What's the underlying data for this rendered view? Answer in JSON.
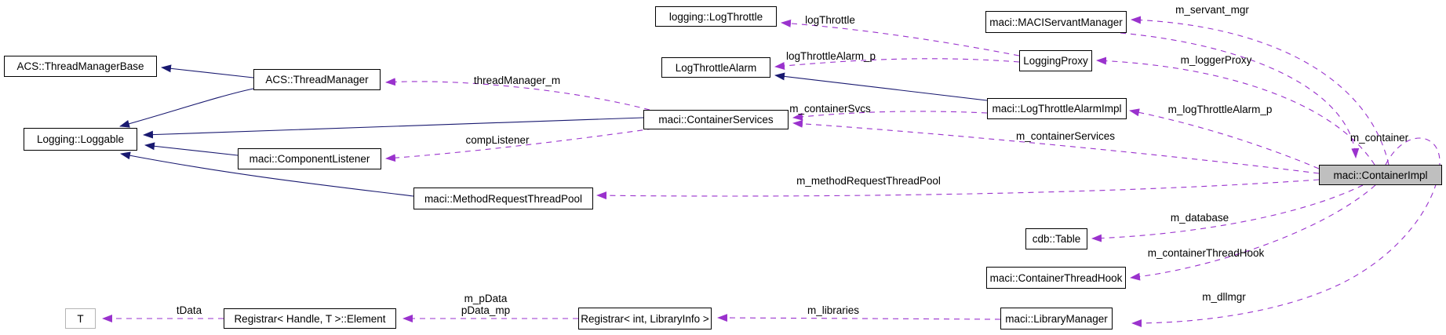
{
  "colors": {
    "inheritance": "#191970",
    "usage": "#9a32cd",
    "node_border": "#000000",
    "node_fill": "#ffffff",
    "focus_fill": "#bfbfbf",
    "template_border": "#b4b4b4",
    "label_color": "#000000",
    "background": "#ffffff"
  },
  "nodes": {
    "thread_manager_base": {
      "label": "ACS::ThreadManagerBase"
    },
    "thread_manager": {
      "label": "ACS::ThreadManager"
    },
    "loggable": {
      "label": "Logging::Loggable"
    },
    "component_listener": {
      "label": "maci::ComponentListener"
    },
    "method_request_thread_pool": {
      "label": "maci::MethodRequestThreadPool"
    },
    "log_throttle": {
      "label": "logging::LogThrottle"
    },
    "log_throttle_alarm": {
      "label": "LogThrottleAlarm"
    },
    "container_services": {
      "label": "maci::ContainerServices"
    },
    "maci_servant_manager": {
      "label": "maci::MACIServantManager"
    },
    "logging_proxy": {
      "label": "LoggingProxy"
    },
    "log_throttle_alarm_impl": {
      "label": "maci::LogThrottleAlarmImpl"
    },
    "container_impl": {
      "label": "maci::ContainerImpl"
    },
    "cdb_table": {
      "label": "cdb::Table"
    },
    "container_thread_hook": {
      "label": "maci::ContainerThreadHook"
    },
    "library_manager": {
      "label": "maci::LibraryManager"
    },
    "t_param": {
      "label": "T"
    },
    "registrar_element": {
      "label": "Registrar< Handle, T >::Element"
    },
    "registrar_int_libraryinfo": {
      "label": "Registrar< int, LibraryInfo >"
    }
  },
  "inheritance_edges": [
    {
      "from": "ACS::ThreadManager",
      "to": "ACS::ThreadManagerBase"
    },
    {
      "from": "ACS::ThreadManager",
      "to": "Logging::Loggable"
    },
    {
      "from": "maci::ContainerServices",
      "to": "Logging::Loggable"
    },
    {
      "from": "maci::ComponentListener",
      "to": "Logging::Loggable"
    },
    {
      "from": "maci::MethodRequestThreadPool",
      "to": "Logging::Loggable"
    },
    {
      "from": "maci::LogThrottleAlarmImpl",
      "to": "LogThrottleAlarm"
    }
  ],
  "usage_edges": {
    "logThrottle": {
      "from": "LoggingProxy",
      "to": "logging::LogThrottle",
      "label": "logThrottle"
    },
    "logThrottleAlarm_p": {
      "from": "LoggingProxy",
      "to": "LogThrottleAlarm",
      "label": "logThrottleAlarm_p"
    },
    "threadManager_m": {
      "from": "maci::ContainerServices",
      "to": "ACS::ThreadManager",
      "label": "threadManager_m"
    },
    "compListener": {
      "from": "maci::ContainerServices",
      "to": "maci::ComponentListener",
      "label": "compListener"
    },
    "m_containerSvcs": {
      "from": "maci::LogThrottleAlarmImpl",
      "to": "maci::ContainerServices",
      "label": "m_containerSvcs"
    },
    "m_servant_mgr": {
      "from": "maci::ContainerImpl",
      "to": "maci::MACIServantManager",
      "label": "m_servant_mgr"
    },
    "m_loggerProxy": {
      "from": "maci::ContainerImpl",
      "to": "LoggingProxy",
      "label": "m_loggerProxy"
    },
    "m_logThrottleAlarm_p": {
      "from": "maci::ContainerImpl",
      "to": "maci::LogThrottleAlarmImpl",
      "label": "m_logThrottleAlarm_p"
    },
    "m_containerServices": {
      "from": "maci::ContainerImpl",
      "to": "maci::ContainerServices",
      "label": "m_containerServices"
    },
    "m_container": {
      "from": "maci::MACIServantManager",
      "to": "maci::ContainerImpl",
      "label": "m_container"
    },
    "m_methodRequestThreadPool": {
      "from": "maci::ContainerImpl",
      "to": "maci::MethodRequestThreadPool",
      "label": "m_methodRequestThreadPool"
    },
    "m_database": {
      "from": "maci::ContainerImpl",
      "to": "cdb::Table",
      "label": "m_database"
    },
    "m_containerThreadHook": {
      "from": "maci::ContainerImpl",
      "to": "maci::ContainerThreadHook",
      "label": "m_containerThreadHook"
    },
    "m_dllmgr": {
      "from": "maci::ContainerImpl",
      "to": "maci::LibraryManager",
      "label": "m_dllmgr"
    },
    "m_libraries": {
      "from": "maci::LibraryManager",
      "to": "Registrar< int, LibraryInfo >",
      "label": "m_libraries"
    },
    "m_pData": {
      "from": "Registrar< int, LibraryInfo >",
      "to": "Registrar< Handle, T >::Element",
      "labels": [
        "m_pData",
        "pData_mp"
      ]
    },
    "tData": {
      "from": "Registrar< Handle, T >::Element",
      "to": "T",
      "label": "tData"
    }
  }
}
